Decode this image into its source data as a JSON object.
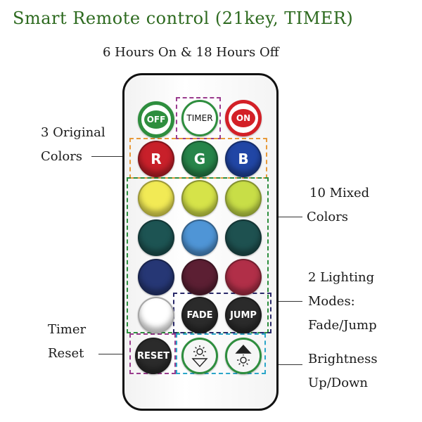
{
  "title": "Smart Remote control (21key, TIMER)",
  "annotations": {
    "timer_top": "6 Hours On & 18 Hours Off",
    "original_line1": "3 Original",
    "original_line2": "Colors",
    "mixed_line1": "10 Mixed",
    "mixed_line2": "Colors",
    "modes_line1": "2 Lighting",
    "modes_line2": "Modes:",
    "modes_line3": "Fade/Jump",
    "reset_line1": "Timer",
    "reset_line2": "Reset",
    "bright_line1": "Brightness",
    "bright_line2": "Up/Down"
  },
  "buttons": {
    "off": "OFF",
    "timer": "TIMER",
    "on": "ON",
    "r": "R",
    "g": "G",
    "b": "B",
    "fade": "FADE",
    "jump": "JUMP",
    "reset": "RESET"
  },
  "colors": {
    "off_ring": "#2e8e3e",
    "on_ring": "#d32027",
    "r": "#c8202a",
    "g": "#27854a",
    "b": "#2146a5",
    "mixed": [
      "#f2ea55",
      "#d6e349",
      "#c8de47",
      "#1d5453",
      "#4f95d6",
      "#1e5150",
      "#263775",
      "#5c1f33",
      "#b12f48",
      "#ffffff"
    ],
    "dark": "#2b2b2b",
    "frame_purple": "#9a3c8e",
    "frame_orange": "#e89a3a",
    "frame_green": "#2e8e3e",
    "frame_navy": "#2a2a6a",
    "frame_cyan": "#2ba6c9"
  },
  "icons": {
    "brightness_down": "sun-down-arrow-icon",
    "brightness_up": "sun-up-arrow-icon"
  }
}
